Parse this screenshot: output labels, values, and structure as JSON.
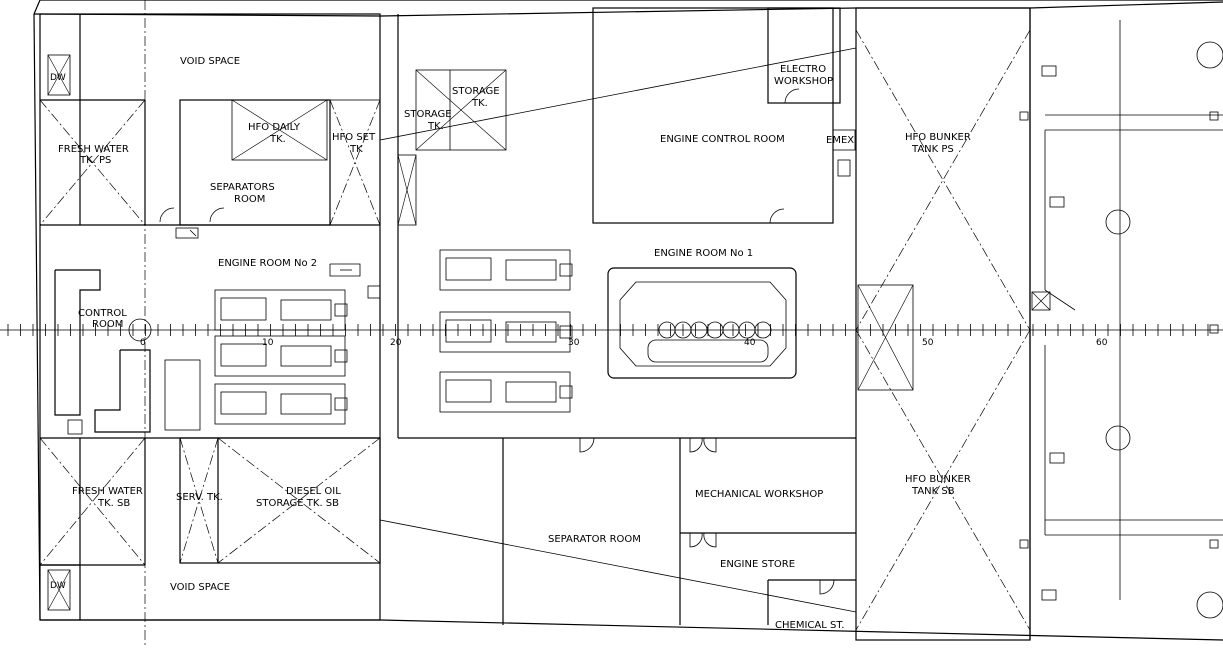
{
  "rooms": {
    "void_space_top": "VOID SPACE",
    "void_space_bottom": "VOID SPACE",
    "dw_top": "DW",
    "dw_bottom": "DW",
    "fresh_water_ps_1": "FRESH WATER",
    "fresh_water_ps_2": "TK. PS",
    "fresh_water_sb_1": "FRESH WATER",
    "fresh_water_sb_2": "TK. SB",
    "hfo_daily_1": "HFO DAILY",
    "hfo_daily_2": "TK.",
    "hfo_set_1": "HFO SET",
    "hfo_set_2": "TK",
    "separators_room_1": "SEPARATORS",
    "separators_room_2": "ROOM",
    "storage_tk_a_1": "STORAGE",
    "storage_tk_a_2": "TK.",
    "storage_tk_b_1": "STORAGE",
    "storage_tk_b_2": "TK.",
    "electro_workshop_1": "ELECTRO",
    "electro_workshop_2": "WORKSHOP",
    "engine_control_room": "ENGINE CONTROL ROOM",
    "emex": "EMEX",
    "engine_room_1": "ENGINE ROOM No 1",
    "engine_room_2": "ENGINE ROOM No 2",
    "control_room_1": "CONTROL",
    "control_room_2": "ROOM",
    "hfo_bunker_ps_1": "HFO BUNKER",
    "hfo_bunker_ps_2": "TANK PS",
    "hfo_bunker_sb_1": "HFO BUNKER",
    "hfo_bunker_sb_2": "TANK SB",
    "serv_tk": "SERV. TK.",
    "diesel_oil_1": "DIESEL OIL",
    "diesel_oil_2": "STORAGE TK. SB",
    "mechanical_workshop": "MECHANICAL WORKSHOP",
    "separator_room": "SEPARATOR ROOM",
    "engine_store": "ENGINE STORE",
    "chemical_st": "CHEMICAL ST."
  },
  "frame_numbers": {
    "f0": "0",
    "f10": "10",
    "f20": "20",
    "f30": "30",
    "f40": "40",
    "f50": "50",
    "f60": "60"
  }
}
